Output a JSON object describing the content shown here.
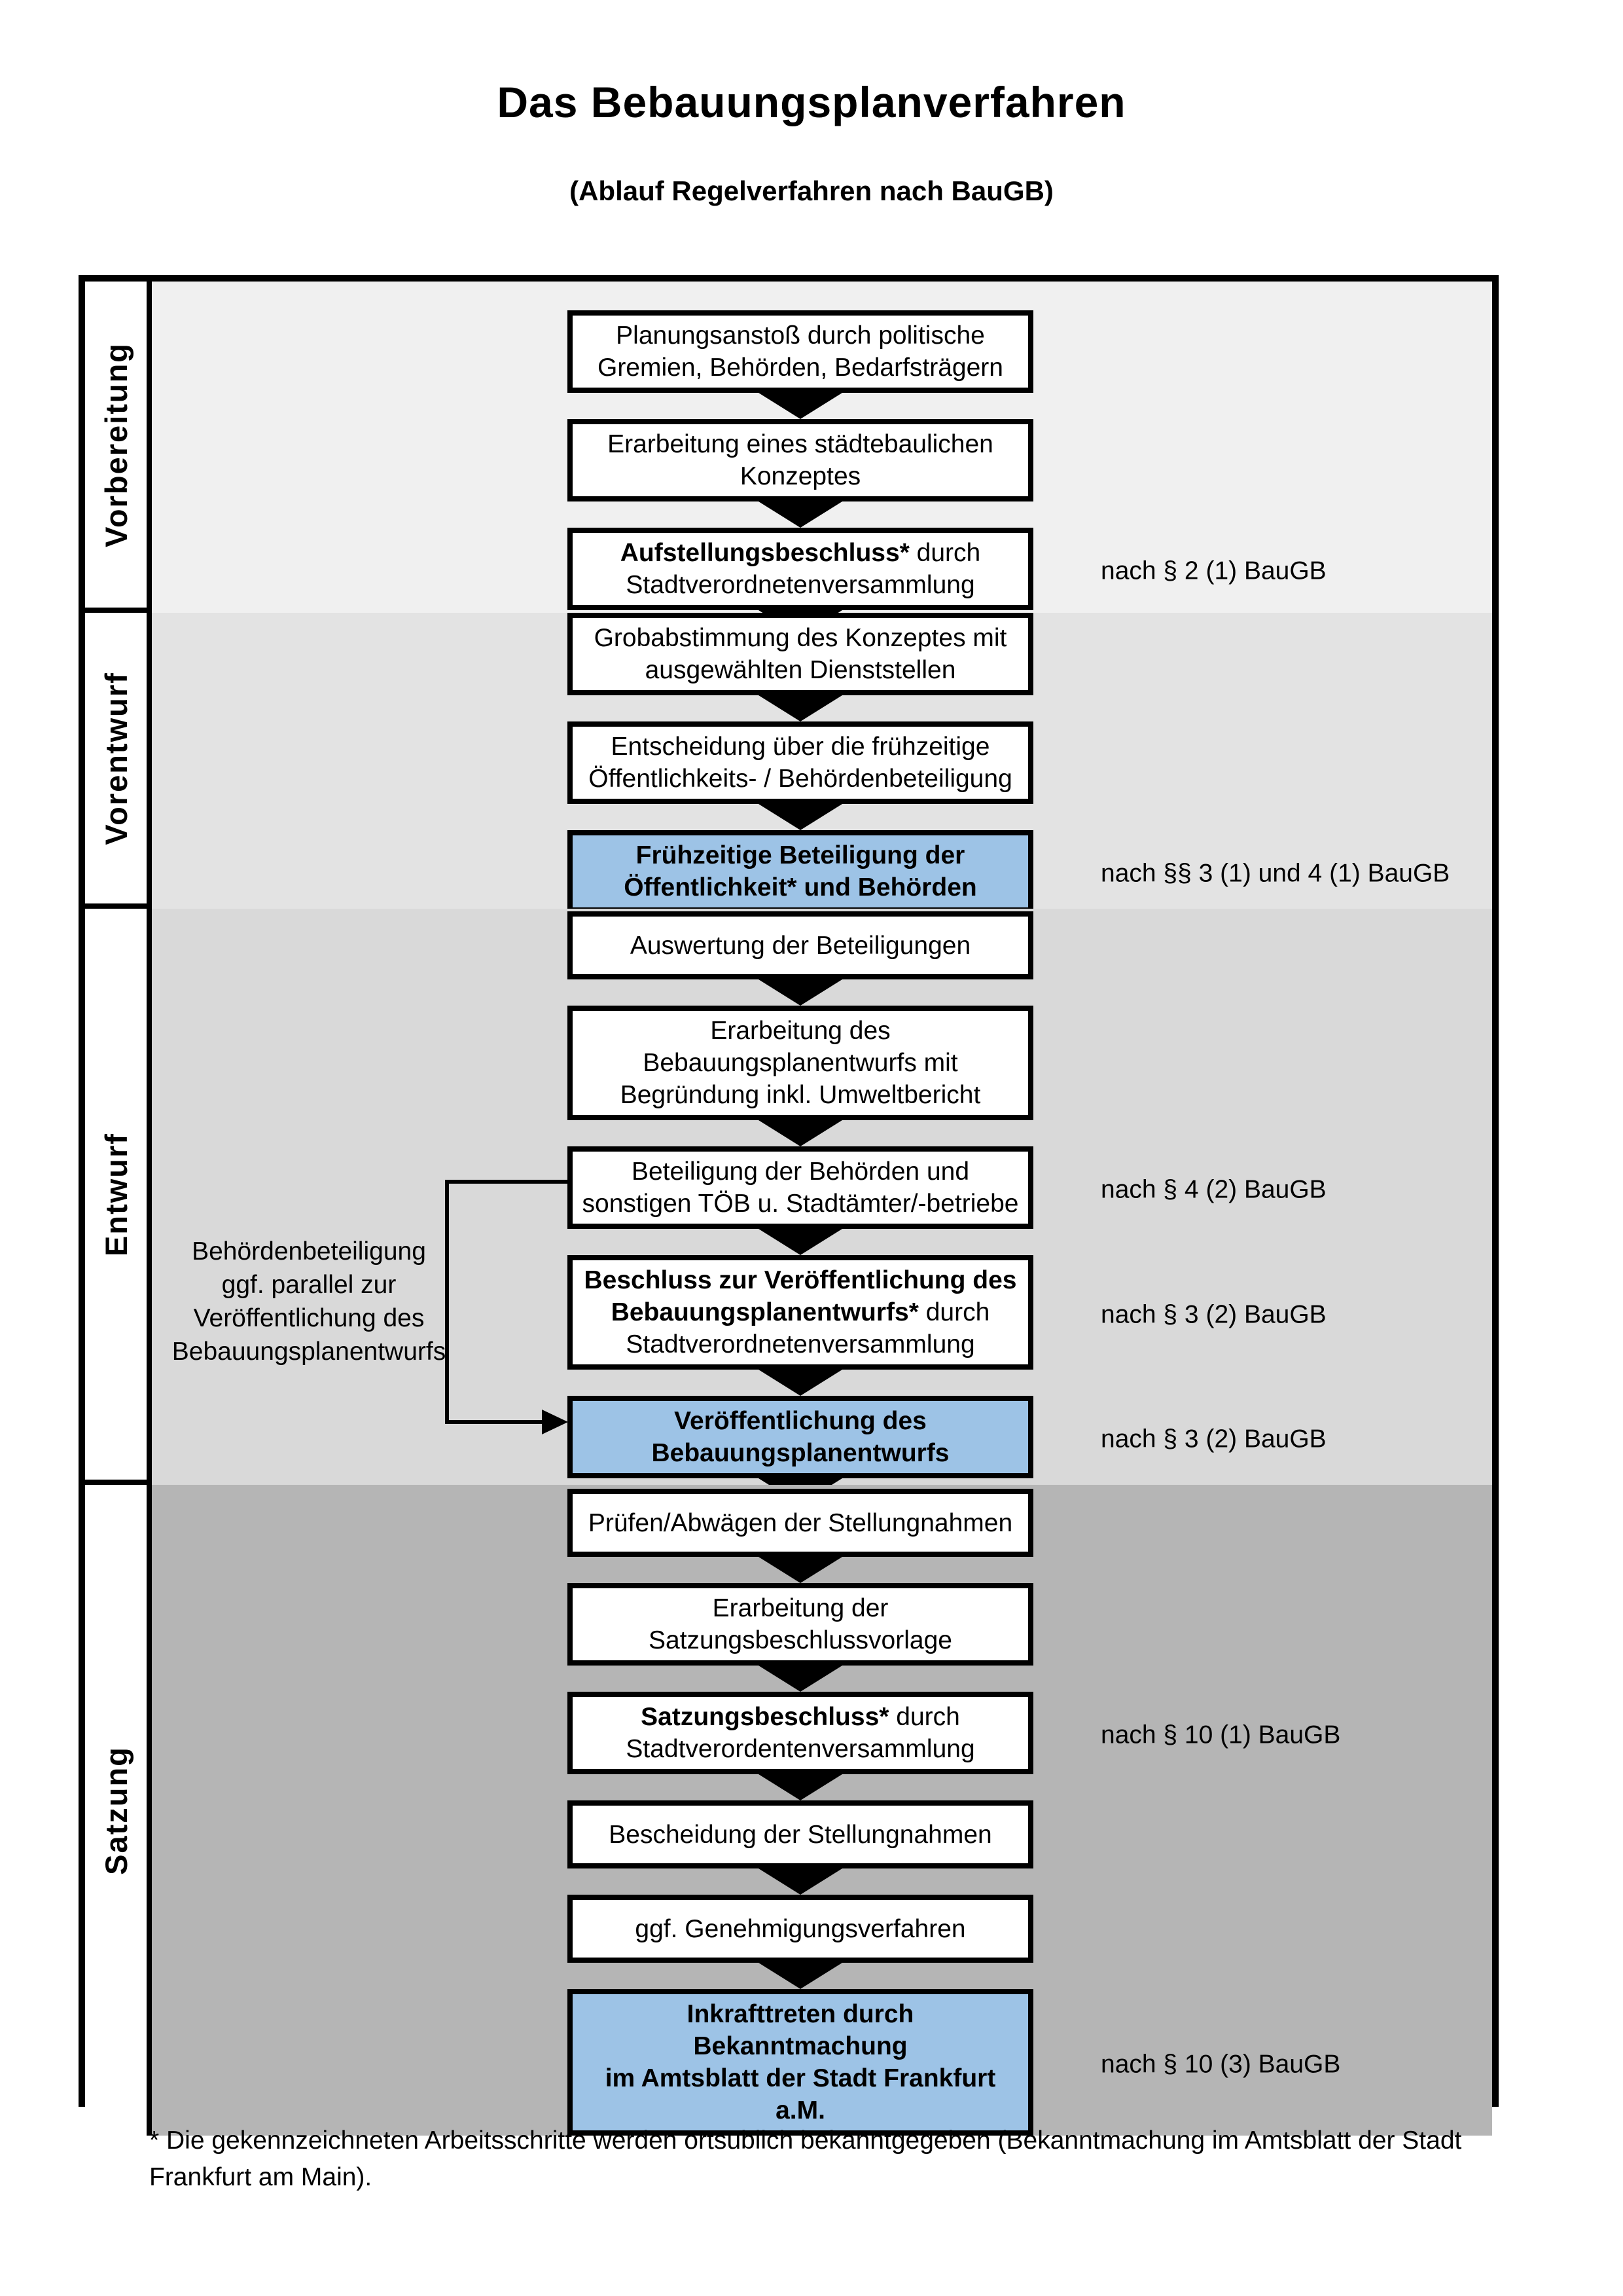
{
  "title": "Das Bebauungsplanverfahren",
  "subtitle": "(Ablauf Regelverfahren nach BauGB)",
  "footnote": "* Die gekennzeichneten Arbeitsschritte werden ortsüblich bekanntgegeben (Bekanntmachung im Amtsblatt  der Stadt Frankfurt am Main).",
  "colors": {
    "highlight_box": "#9dc3e6",
    "box_bg": "#ffffff",
    "border": "#000000",
    "section_bgs": [
      "#f0f0f0",
      "#e3e3e3",
      "#d9d9d9",
      "#b5b5b5"
    ]
  },
  "side_note": {
    "text": "Behördenbeteiligung\nggf. parallel zur\nVeröffentlichung des\nBebauungsplanentwurfs"
  },
  "sections": [
    {
      "label": "Vorbereitung",
      "steps": [
        {
          "lines": [
            [
              {
                "t": "Planungsanstoß durch politische",
                "b": false
              }
            ],
            [
              {
                "t": "Gremien, Behörden, Bedarfsträgern",
                "b": false
              }
            ]
          ],
          "highlight": false,
          "ref": null,
          "arrow_after": true
        },
        {
          "lines": [
            [
              {
                "t": "Erarbeitung eines städtebaulichen",
                "b": false
              }
            ],
            [
              {
                "t": "Konzeptes",
                "b": false
              }
            ]
          ],
          "highlight": false,
          "ref": null,
          "arrow_after": true
        },
        {
          "lines": [
            [
              {
                "t": "Aufstellungsbeschluss*",
                "b": true
              },
              {
                "t": " durch",
                "b": false
              }
            ],
            [
              {
                "t": "Stadtverordnetenversammlung",
                "b": false
              }
            ]
          ],
          "highlight": false,
          "ref": "nach § 2 (1) BauGB",
          "arrow_after": true
        }
      ]
    },
    {
      "label": "Vorentwurf",
      "steps": [
        {
          "lines": [
            [
              {
                "t": "Grobabstimmung des Konzeptes mit",
                "b": false
              }
            ],
            [
              {
                "t": "ausgewählten Dienststellen",
                "b": false
              }
            ]
          ],
          "highlight": false,
          "ref": null,
          "arrow_after": true
        },
        {
          "lines": [
            [
              {
                "t": "Entscheidung über die frühzeitige",
                "b": false
              }
            ],
            [
              {
                "t": "Öffentlichkeits- / Behördenbeteiligung",
                "b": false
              }
            ]
          ],
          "highlight": false,
          "ref": null,
          "arrow_after": true
        },
        {
          "lines": [
            [
              {
                "t": "Frühzeitige Beteiligung der",
                "b": true
              }
            ],
            [
              {
                "t": "Öffentlichkeit* und Behörden",
                "b": true
              }
            ]
          ],
          "highlight": true,
          "ref": "nach §§ 3 (1) und 4 (1) BauGB",
          "arrow_after": true
        }
      ]
    },
    {
      "label": "Entwurf",
      "steps": [
        {
          "lines": [
            [
              {
                "t": "Auswertung der Beteiligungen",
                "b": false
              }
            ]
          ],
          "highlight": false,
          "ref": null,
          "arrow_after": true
        },
        {
          "lines": [
            [
              {
                "t": "Erarbeitung des",
                "b": false
              }
            ],
            [
              {
                "t": "Bebauungsplanentwurfs mit",
                "b": false
              }
            ],
            [
              {
                "t": "Begründung inkl. Umweltbericht",
                "b": false
              }
            ]
          ],
          "highlight": false,
          "ref": null,
          "arrow_after": true
        },
        {
          "lines": [
            [
              {
                "t": "Beteiligung der Behörden und",
                "b": false
              }
            ],
            [
              {
                "t": "sonstigen TÖB u. Stadtämter/-betriebe",
                "b": false
              }
            ]
          ],
          "highlight": false,
          "ref": "nach § 4 (2) BauGB",
          "arrow_after": true
        },
        {
          "lines": [
            [
              {
                "t": "Beschluss zur Veröffentlichung des",
                "b": true
              }
            ],
            [
              {
                "t": "Bebauungsplanentwurfs*",
                "b": true
              },
              {
                "t": " durch",
                "b": false
              }
            ],
            [
              {
                "t": "Stadtverordnetenversammlung",
                "b": false
              }
            ]
          ],
          "highlight": false,
          "ref": "nach § 3 (2) BauGB",
          "arrow_after": true
        },
        {
          "lines": [
            [
              {
                "t": "Veröffentlichung des",
                "b": true
              }
            ],
            [
              {
                "t": "Bebauungsplanentwurfs",
                "b": true
              }
            ]
          ],
          "highlight": true,
          "ref": "nach § 3 (2) BauGB",
          "arrow_after": true
        }
      ]
    },
    {
      "label": "Satzung",
      "steps": [
        {
          "lines": [
            [
              {
                "t": "Prüfen/Abwägen der Stellungnahmen",
                "b": false
              }
            ]
          ],
          "highlight": false,
          "ref": null,
          "arrow_after": true
        },
        {
          "lines": [
            [
              {
                "t": "Erarbeitung der",
                "b": false
              }
            ],
            [
              {
                "t": "Satzungsbeschlussvorlage",
                "b": false
              }
            ]
          ],
          "highlight": false,
          "ref": null,
          "arrow_after": true
        },
        {
          "lines": [
            [
              {
                "t": "Satzungsbeschluss*",
                "b": true
              },
              {
                "t": " durch",
                "b": false
              }
            ],
            [
              {
                "t": "Stadtverordentenversammlung",
                "b": false
              }
            ]
          ],
          "highlight": false,
          "ref": "nach § 10 (1) BauGB",
          "arrow_after": true
        },
        {
          "lines": [
            [
              {
                "t": "Bescheidung der Stellungnahmen",
                "b": false
              }
            ]
          ],
          "highlight": false,
          "ref": null,
          "arrow_after": true
        },
        {
          "lines": [
            [
              {
                "t": "ggf. Genehmigungsverfahren",
                "b": false
              }
            ]
          ],
          "highlight": false,
          "ref": null,
          "arrow_after": true
        },
        {
          "lines": [
            [
              {
                "t": "Inkrafttreten",
                "b": true
              },
              {
                "t": " durch Bekanntmachung",
                "b": false
              }
            ],
            [
              {
                "t": "im Amtsblatt der Stadt Frankfurt a.M.",
                "b": false
              }
            ]
          ],
          "highlight": true,
          "ref": "nach § 10 (3) BauGB",
          "arrow_after": false
        }
      ]
    }
  ]
}
